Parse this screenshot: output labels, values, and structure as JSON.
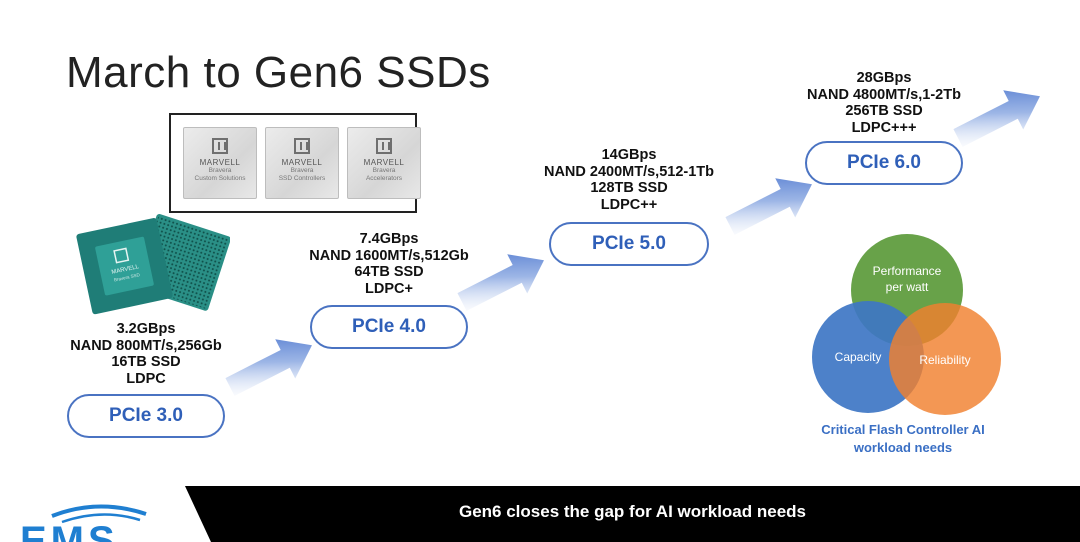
{
  "slide": {
    "title": "March to Gen6 SSDs",
    "stages": [
      {
        "pcie": "PCIe 3.0",
        "specs": [
          "3.2GBps",
          "NAND 800MT/s,256Gb",
          "16TB SSD",
          "LDPC"
        ]
      },
      {
        "pcie": "PCIe 4.0",
        "specs": [
          "7.4GBps",
          "NAND 1600MT/s,512Gb",
          "64TB SSD",
          "LDPC+"
        ]
      },
      {
        "pcie": "PCIe 5.0",
        "specs": [
          "14GBps",
          "NAND 2400MT/s,512-1Tb",
          "128TB SSD",
          "LDPC++"
        ]
      },
      {
        "pcie": "PCIe 6.0",
        "specs": [
          "28GBps",
          "NAND 4800MT/s,1-2Tb",
          "256TB SSD",
          "LDPC+++"
        ]
      }
    ],
    "chips": [
      {
        "brand": "MARVELL",
        "line1": "Bravera",
        "line2": "Custom Solutions"
      },
      {
        "brand": "MARVELL",
        "line1": "Bravera",
        "line2": "SSD Controllers"
      },
      {
        "brand": "MARVELL",
        "line1": "Bravera",
        "line2": "Accelerators"
      }
    ],
    "chip_photo": {
      "brand": "MARVELL",
      "sub": "Bravera SSD"
    },
    "venn": {
      "labels": {
        "performance": "Performance",
        "performance_2": "per watt",
        "capacity": "Capacity",
        "reliability": "Reliability"
      },
      "caption_line1": "Critical Flash Controller AI",
      "caption_line2": "workload needs",
      "colors": {
        "performance": "#5b9a3a",
        "capacity": "#3e76c4",
        "reliability": "#f0802e"
      }
    },
    "footer": {
      "text": "Gen6 closes the gap for AI workload needs",
      "color": "#000000"
    },
    "logo": {
      "text": "EMS",
      "color": "#1f7fd1"
    },
    "colors": {
      "accent": "#4a73c2",
      "arrow": "#5b82d4"
    }
  }
}
